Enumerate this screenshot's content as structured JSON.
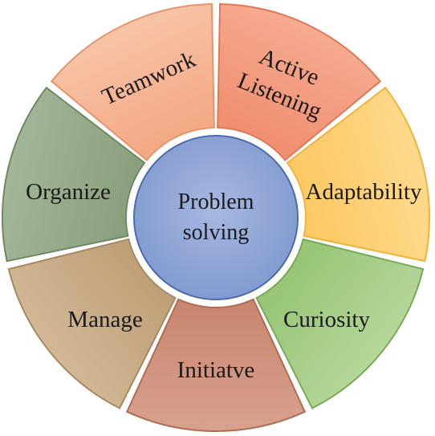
{
  "center": {
    "line1": "Problem",
    "line2": "solving",
    "fill": "#a8b8e0",
    "fill_edge": "#7f98cf",
    "stroke": "#4f6bb0"
  },
  "segments": [
    {
      "key": "teamwork",
      "label": "Teamwork",
      "fill": "#f8c4a8",
      "fill_edge": "#f4a985",
      "stroke": "#e9936b"
    },
    {
      "key": "active",
      "label_line1": "Active",
      "label_line2": "Listening",
      "fill": "#f6ab90",
      "fill_edge": "#f08f70",
      "stroke": "#e07856"
    },
    {
      "key": "adaptability",
      "label": "Adaptability",
      "fill": "#fed98c",
      "fill_edge": "#fcc964",
      "stroke": "#f0b43a"
    },
    {
      "key": "curiosity",
      "label": "Curiosity",
      "fill": "#b5d79a",
      "fill_edge": "#98c576",
      "stroke": "#78a958"
    },
    {
      "key": "initiative",
      "label": "Initiatve",
      "fill": "#d8a28f",
      "fill_edge": "#c98670",
      "stroke": "#b06c55"
    },
    {
      "key": "manage",
      "label": "Manage",
      "fill": "#d2b896",
      "fill_edge": "#bfa078",
      "stroke": "#a88860"
    },
    {
      "key": "organize",
      "label": "Organize",
      "fill": "#a4b69a",
      "fill_edge": "#8aa07d",
      "stroke": "#6e8a62"
    }
  ]
}
